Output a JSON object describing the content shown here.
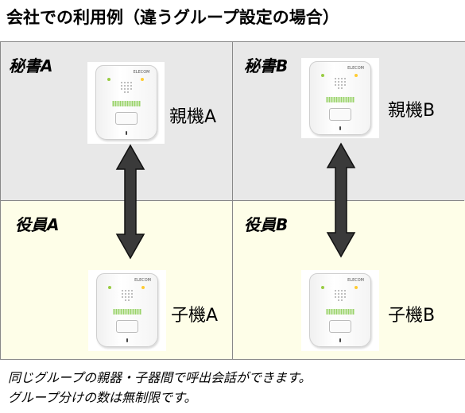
{
  "title": "会社での利用例（違うグループ設定の場合）",
  "groups": [
    {
      "parent_role": "秘書A",
      "parent_device": "親機A",
      "child_role": "役員A",
      "child_device": "子機A"
    },
    {
      "parent_role": "秘書B",
      "parent_device": "親機B",
      "child_role": "役員B",
      "child_device": "子機B"
    }
  ],
  "captions": [
    "同じグループの親器・子器間で呼出会話ができます。",
    "グループ分けの数は無制限です。"
  ],
  "colors": {
    "top_quadrant_bg": "#e8e8e8",
    "bottom_quadrant_bg": "#fefee8",
    "arrow": "#3a3a3a"
  },
  "icons": [
    "intercom-device-icon",
    "double-arrow-icon"
  ]
}
